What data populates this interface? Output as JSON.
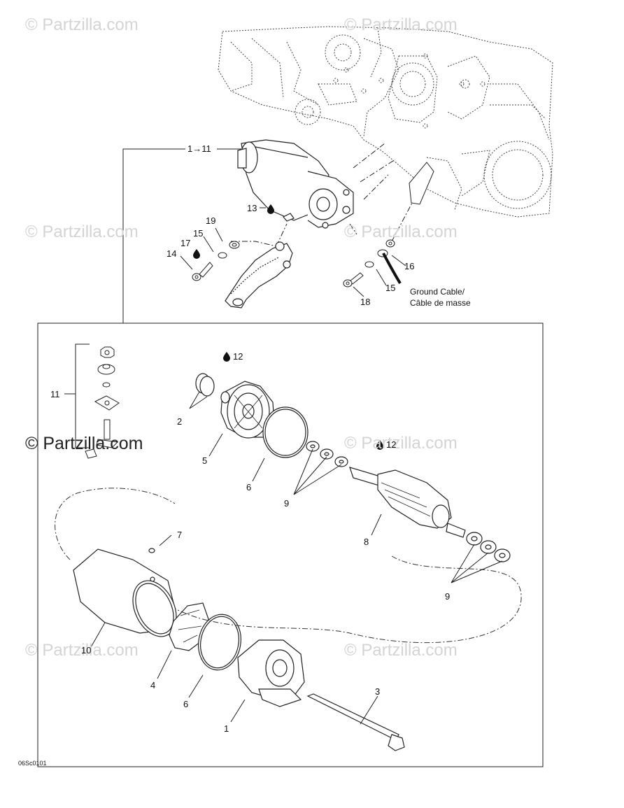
{
  "watermark": "© Partzilla.com",
  "header_callout": "1→11",
  "ground_cable_label": {
    "line1": "Ground Cable/",
    "line2": "Câble de masse"
  },
  "footer_code": "06Sc0101",
  "callouts": {
    "c13": "13",
    "c19": "19",
    "c15a": "15",
    "c17": "17",
    "c14": "14",
    "c16": "16",
    "c15b": "15",
    "c18": "18",
    "c12a": "12",
    "c11": "11",
    "c2": "2",
    "c5": "5",
    "c6a": "6",
    "c12b": "12",
    "c9a": "9",
    "c8": "8",
    "c7": "7",
    "c9b": "9",
    "c10": "10",
    "c4": "4",
    "c6b": "6",
    "c1": "1",
    "c3": "3"
  },
  "colors": {
    "line": "#222222",
    "watermark": "#d4d4d4",
    "ground_cable": "#111111"
  }
}
